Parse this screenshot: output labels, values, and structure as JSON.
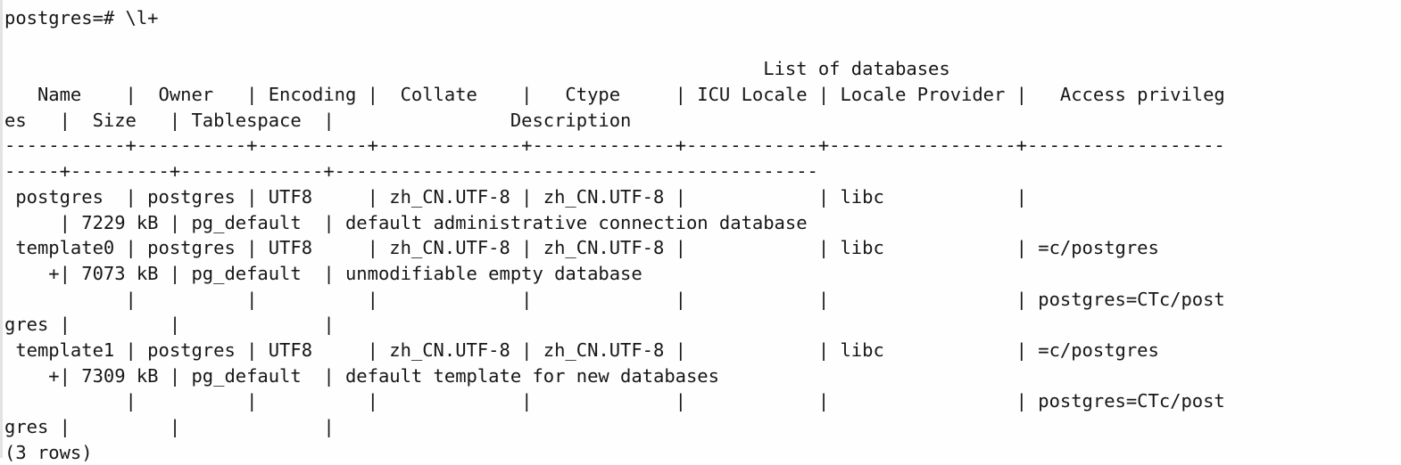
{
  "terminal": {
    "app": "psql",
    "background_color": "#fefefe",
    "text_color": "#161616",
    "prompt": "postgres=#",
    "command": "\\l+",
    "prompt_line": "postgres=# \\l+",
    "caption": "List of databases",
    "row_count_label": "(3 rows)",
    "columns": [
      "Name",
      "Owner",
      "Encoding",
      "Collate",
      "Ctype",
      "ICU Locale",
      "Locale Provider",
      "Access privileges",
      "Size",
      "Tablespace",
      "Description"
    ],
    "rows": [
      {
        "name": "postgres",
        "owner": "postgres",
        "encoding": "UTF8",
        "collate": "zh_CN.UTF-8",
        "ctype": "zh_CN.UTF-8",
        "icu_locale": "",
        "locale_provider": "libc",
        "access_privileges": "",
        "size": "7229 kB",
        "tablespace": "pg_default",
        "description": "default administrative connection database"
      },
      {
        "name": "template0",
        "owner": "postgres",
        "encoding": "UTF8",
        "collate": "zh_CN.UTF-8",
        "ctype": "zh_CN.UTF-8",
        "icu_locale": "",
        "locale_provider": "libc",
        "access_privileges": "=c/postgres            +\npostgres=CTc/postgres",
        "size": "7073 kB",
        "tablespace": "pg_default",
        "description": "unmodifiable empty database"
      },
      {
        "name": "template1",
        "owner": "postgres",
        "encoding": "UTF8",
        "collate": "zh_CN.UTF-8",
        "ctype": "zh_CN.UTF-8",
        "icu_locale": "",
        "locale_provider": "libc",
        "access_privileges": "=c/postgres            +\npostgres=CTc/postgres",
        "size": "7309 kB",
        "tablespace": "pg_default",
        "description": "default template for new databases"
      }
    ],
    "lines": [
      "postgres=# \\l+",
      "",
      "                                                                     List of databases",
      "   Name    |  Owner   | Encoding |  Collate    |   Ctype     | ICU Locale | Locale Provider |   Access privileg",
      "es   |  Size   | Tablespace  |                Description",
      "-----------+----------+----------+-------------+-------------+------------+-----------------+------------------",
      "-----+---------+-------------+--------------------------------------------",
      " postgres  | postgres | UTF8     | zh_CN.UTF-8 | zh_CN.UTF-8 |            | libc            |                  ",
      "     | 7229 kB | pg_default  | default administrative connection database",
      " template0 | postgres | UTF8     | zh_CN.UTF-8 | zh_CN.UTF-8 |            | libc            | =c/postgres      ",
      "    +| 7073 kB | pg_default  | unmodifiable empty database",
      "           |          |          |             |             |            |                 | postgres=CTc/post",
      "gres |         |             |",
      " template1 | postgres | UTF8     | zh_CN.UTF-8 | zh_CN.UTF-8 |            | libc            | =c/postgres      ",
      "    +| 7309 kB | pg_default  | default template for new databases",
      "           |          |          |             |             |            |                 | postgres=CTc/post",
      "gres |         |             |",
      "(3 rows)"
    ]
  }
}
